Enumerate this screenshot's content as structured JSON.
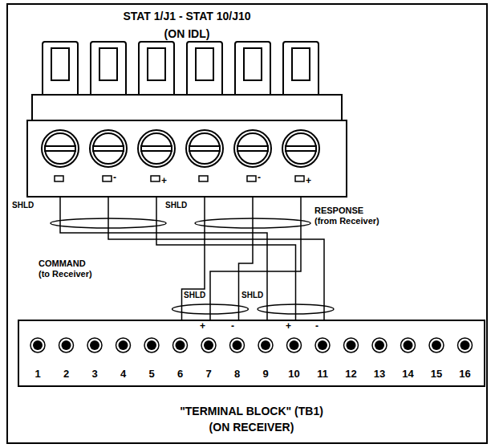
{
  "diagram": {
    "nodes": [
      {
        "text": [
          "STAT 1/J1 - STAT 10/J10",
          "(ON IDL)",
          "-",
          "+",
          "-",
          "+"
        ]
      },
      {
        "text": [
          "1",
          "2",
          "3",
          "4",
          "5",
          "6",
          "7",
          "8",
          "9",
          "10",
          "11",
          "12",
          "13",
          "14",
          "15",
          "16",
          "\"TERMINAL BLOCK\" (TB1)",
          "(ON RECEIVER)"
        ]
      }
    ],
    "edges": [
      {
        "from": 0,
        "to": 1,
        "label": "COMMAND (to Receiver)",
        "arrow": "none"
      },
      {
        "from": 1,
        "to": 0,
        "label": "RESPONSE (from Receiver)",
        "arrow": "none"
      }
    ],
    "labels": [
      "SHLD",
      "SHLD",
      "SHLD",
      "SHLD",
      "+",
      "-",
      "+",
      "-"
    ]
  }
}
